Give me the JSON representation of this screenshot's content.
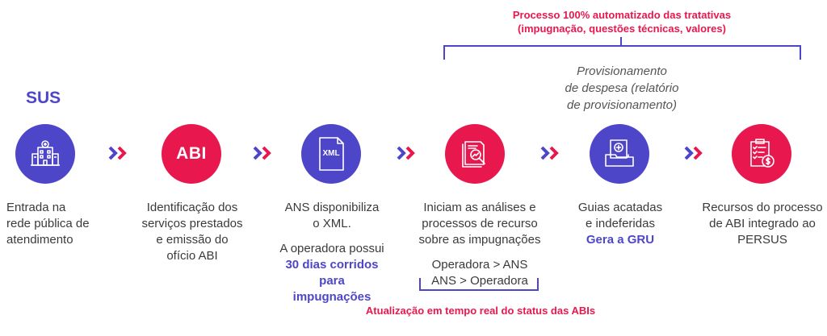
{
  "top_note": {
    "line1": "Processo 100% automatizado das tratativas",
    "line2": "(impugnação, questões técnicas, valores)"
  },
  "provisioning_note": {
    "line1": "Provisionamento",
    "line2": "de despesa (relatório",
    "line3": "de provisionamento)"
  },
  "sus_label": "SUS",
  "steps": [
    {
      "icon": "hospital-icon",
      "lines": [
        "Entrada na",
        "rede pública de",
        "atendimento"
      ]
    },
    {
      "icon_text": "ABI",
      "lines": [
        "Identificação dos",
        "serviços prestados",
        "e emissão do",
        "ofício ABI"
      ]
    },
    {
      "icon_text": "XML",
      "lines": [
        "ANS disponibiliza",
        "o XML."
      ],
      "extra": "A operadora possui",
      "highlight": [
        "30 dias corridos para",
        "impugnações"
      ]
    },
    {
      "icon": "document-search-icon",
      "lines": [
        "Iniciam as análises e",
        "processos de recurso",
        "sobre as impugnações"
      ],
      "sub": [
        "Operadora > ANS",
        "ANS > Operadora"
      ]
    },
    {
      "icon": "medical-folder-icon",
      "lines": [
        "Guias acatadas",
        "e indeferidas"
      ],
      "highlight": "Gera a GRU"
    },
    {
      "icon": "checklist-money-icon",
      "lines": [
        "Recursos do processo",
        "de ABI integrado ao",
        "PERSUS"
      ]
    }
  ],
  "bottom_note": "Atualização em tempo real do status das ABIs",
  "colors": {
    "blue": "#4e46c9",
    "red": "#e8184e",
    "text": "#3a3a3a"
  }
}
